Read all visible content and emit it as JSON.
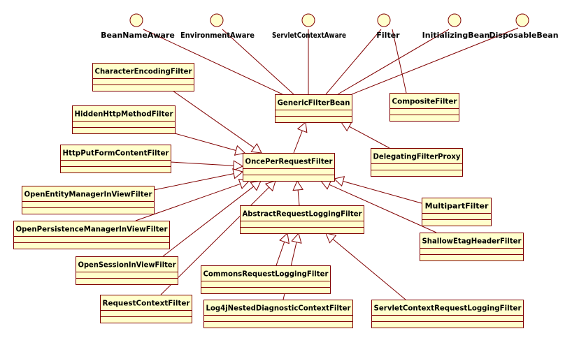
{
  "colors": {
    "box_fill": "#ffffcc",
    "box_stroke": "#800000",
    "edge": "#800000",
    "text": "#000000",
    "interface_fill": "#ffffcc"
  },
  "interfaces": [
    {
      "id": "bna",
      "label": "BeanNameAware"
    },
    {
      "id": "ea",
      "label": "EnvironmentAware"
    },
    {
      "id": "sca",
      "label": "ServletContextAware"
    },
    {
      "id": "flt",
      "label": "Filter"
    },
    {
      "id": "ib",
      "label": "InitializingBean"
    },
    {
      "id": "db",
      "label": "DisposableBean"
    }
  ],
  "classes": [
    {
      "id": "gfb",
      "label": "GenericFilterBean"
    },
    {
      "id": "cf",
      "label": "CompositeFilter"
    },
    {
      "id": "cef",
      "label": "CharacterEncodingFilter"
    },
    {
      "id": "hhmf",
      "label": "HiddenHttpMethodFilter"
    },
    {
      "id": "hpfc",
      "label": "HttpPutFormContentFilter"
    },
    {
      "id": "oprf",
      "label": "OncePerRequestFilter"
    },
    {
      "id": "dfp",
      "label": "DelegatingFilterProxy"
    },
    {
      "id": "oemv",
      "label": "OpenEntityManagerInViewFilter"
    },
    {
      "id": "opmv",
      "label": "OpenPersistenceManagerInViewFilter"
    },
    {
      "id": "osiv",
      "label": "OpenSessionInViewFilter"
    },
    {
      "id": "rcf",
      "label": "RequestContextFilter"
    },
    {
      "id": "arlf",
      "label": "AbstractRequestLoggingFilter"
    },
    {
      "id": "mpf",
      "label": "MultipartFilter"
    },
    {
      "id": "sehf",
      "label": "ShallowEtagHeaderFilter"
    },
    {
      "id": "crlf",
      "label": "CommonsRequestLoggingFilter"
    },
    {
      "id": "l4nd",
      "label": "Log4jNestedDiagnosticContextFilter"
    },
    {
      "id": "scrl",
      "label": "ServletContextRequestLoggingFilter"
    }
  ],
  "realizations": [
    {
      "from": "gfb",
      "to": "bna"
    },
    {
      "from": "gfb",
      "to": "ea"
    },
    {
      "from": "gfb",
      "to": "sca"
    },
    {
      "from": "gfb",
      "to": "flt"
    },
    {
      "from": "gfb",
      "to": "ib"
    },
    {
      "from": "gfb",
      "to": "db"
    },
    {
      "from": "cf",
      "to": "flt"
    }
  ],
  "generalizations": [
    {
      "from": "oprf",
      "to": "gfb"
    },
    {
      "from": "dfp",
      "to": "gfb"
    },
    {
      "from": "cef",
      "to": "oprf"
    },
    {
      "from": "hhmf",
      "to": "oprf"
    },
    {
      "from": "hpfc",
      "to": "oprf"
    },
    {
      "from": "oemv",
      "to": "oprf"
    },
    {
      "from": "opmv",
      "to": "oprf"
    },
    {
      "from": "osiv",
      "to": "oprf"
    },
    {
      "from": "rcf",
      "to": "oprf"
    },
    {
      "from": "arlf",
      "to": "oprf"
    },
    {
      "from": "mpf",
      "to": "oprf"
    },
    {
      "from": "sehf",
      "to": "oprf"
    },
    {
      "from": "crlf",
      "to": "arlf"
    },
    {
      "from": "l4nd",
      "to": "arlf"
    },
    {
      "from": "scrl",
      "to": "arlf"
    }
  ]
}
